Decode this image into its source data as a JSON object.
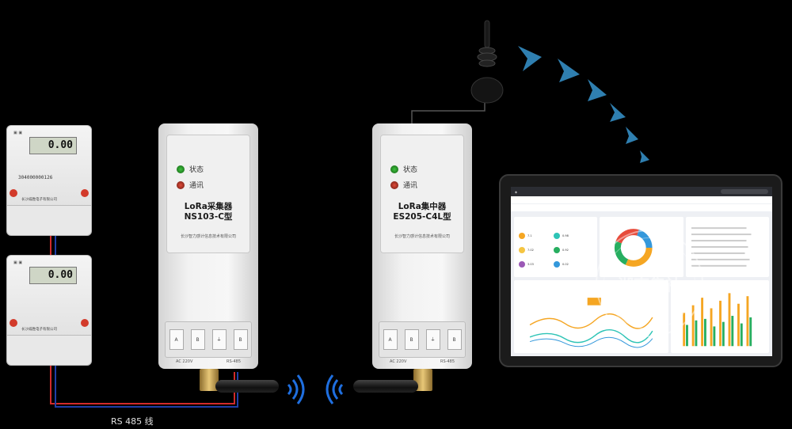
{
  "meters": [
    {
      "reading": "0.00",
      "serial": "304000000126",
      "maker": "长沙威胜电子有限公司"
    },
    {
      "reading": "0.00",
      "serial": "",
      "maker": "长沙威胜电子有限公司"
    }
  ],
  "collector": {
    "status_label": "状态",
    "comm_label": "通讯",
    "title_line1": "LoRa采集器",
    "title_line2": "NS103-C型",
    "maker": "长沙智力感计信息技术有限公司",
    "ports": [
      "A",
      "B",
      "⏚",
      "B"
    ],
    "port_left": "AC  220V",
    "port_right": "RS-485"
  },
  "concentrator": {
    "status_label": "状态",
    "comm_label": "通讯",
    "title_line1": "LoRa集中器",
    "title_line2": "ES205-C4L型",
    "maker": "长沙智力感计信息技术有限公司",
    "ports": [
      "A",
      "B",
      "⏚",
      "B"
    ],
    "port_left": "AC  220V",
    "port_right": "RS-485"
  },
  "rs_label": "RS 485 线",
  "watermark": "湖南集社",
  "colors": {
    "wifi": "#1f6fe0",
    "arrow": "#2f7fb0",
    "wire_red": "#d22a2a",
    "wire_blue": "#1f3fa8"
  },
  "screen": {
    "values": {
      "orange": 7.1,
      "teal": 0.98,
      "orange2": 7.02,
      "green": 0.92,
      "purple": 3.03,
      "blue": 0.02
    }
  }
}
